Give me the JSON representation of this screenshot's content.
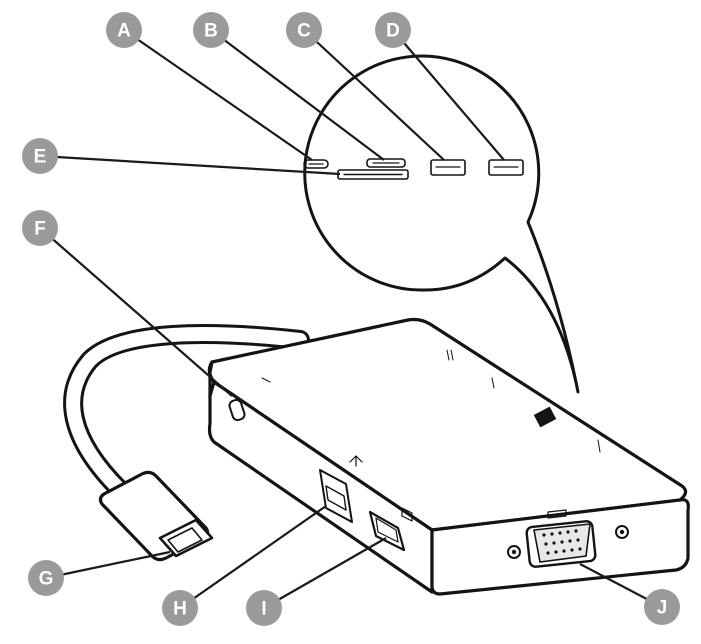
{
  "callouts": {
    "A": "A",
    "B": "B",
    "C": "C",
    "D": "D",
    "E": "E",
    "F": "F",
    "G": "G",
    "H": "H",
    "I": "I",
    "J": "J"
  },
  "colors": {
    "callout_fill": "#9a9a9a",
    "line": "#141414",
    "background": "#ffffff"
  }
}
